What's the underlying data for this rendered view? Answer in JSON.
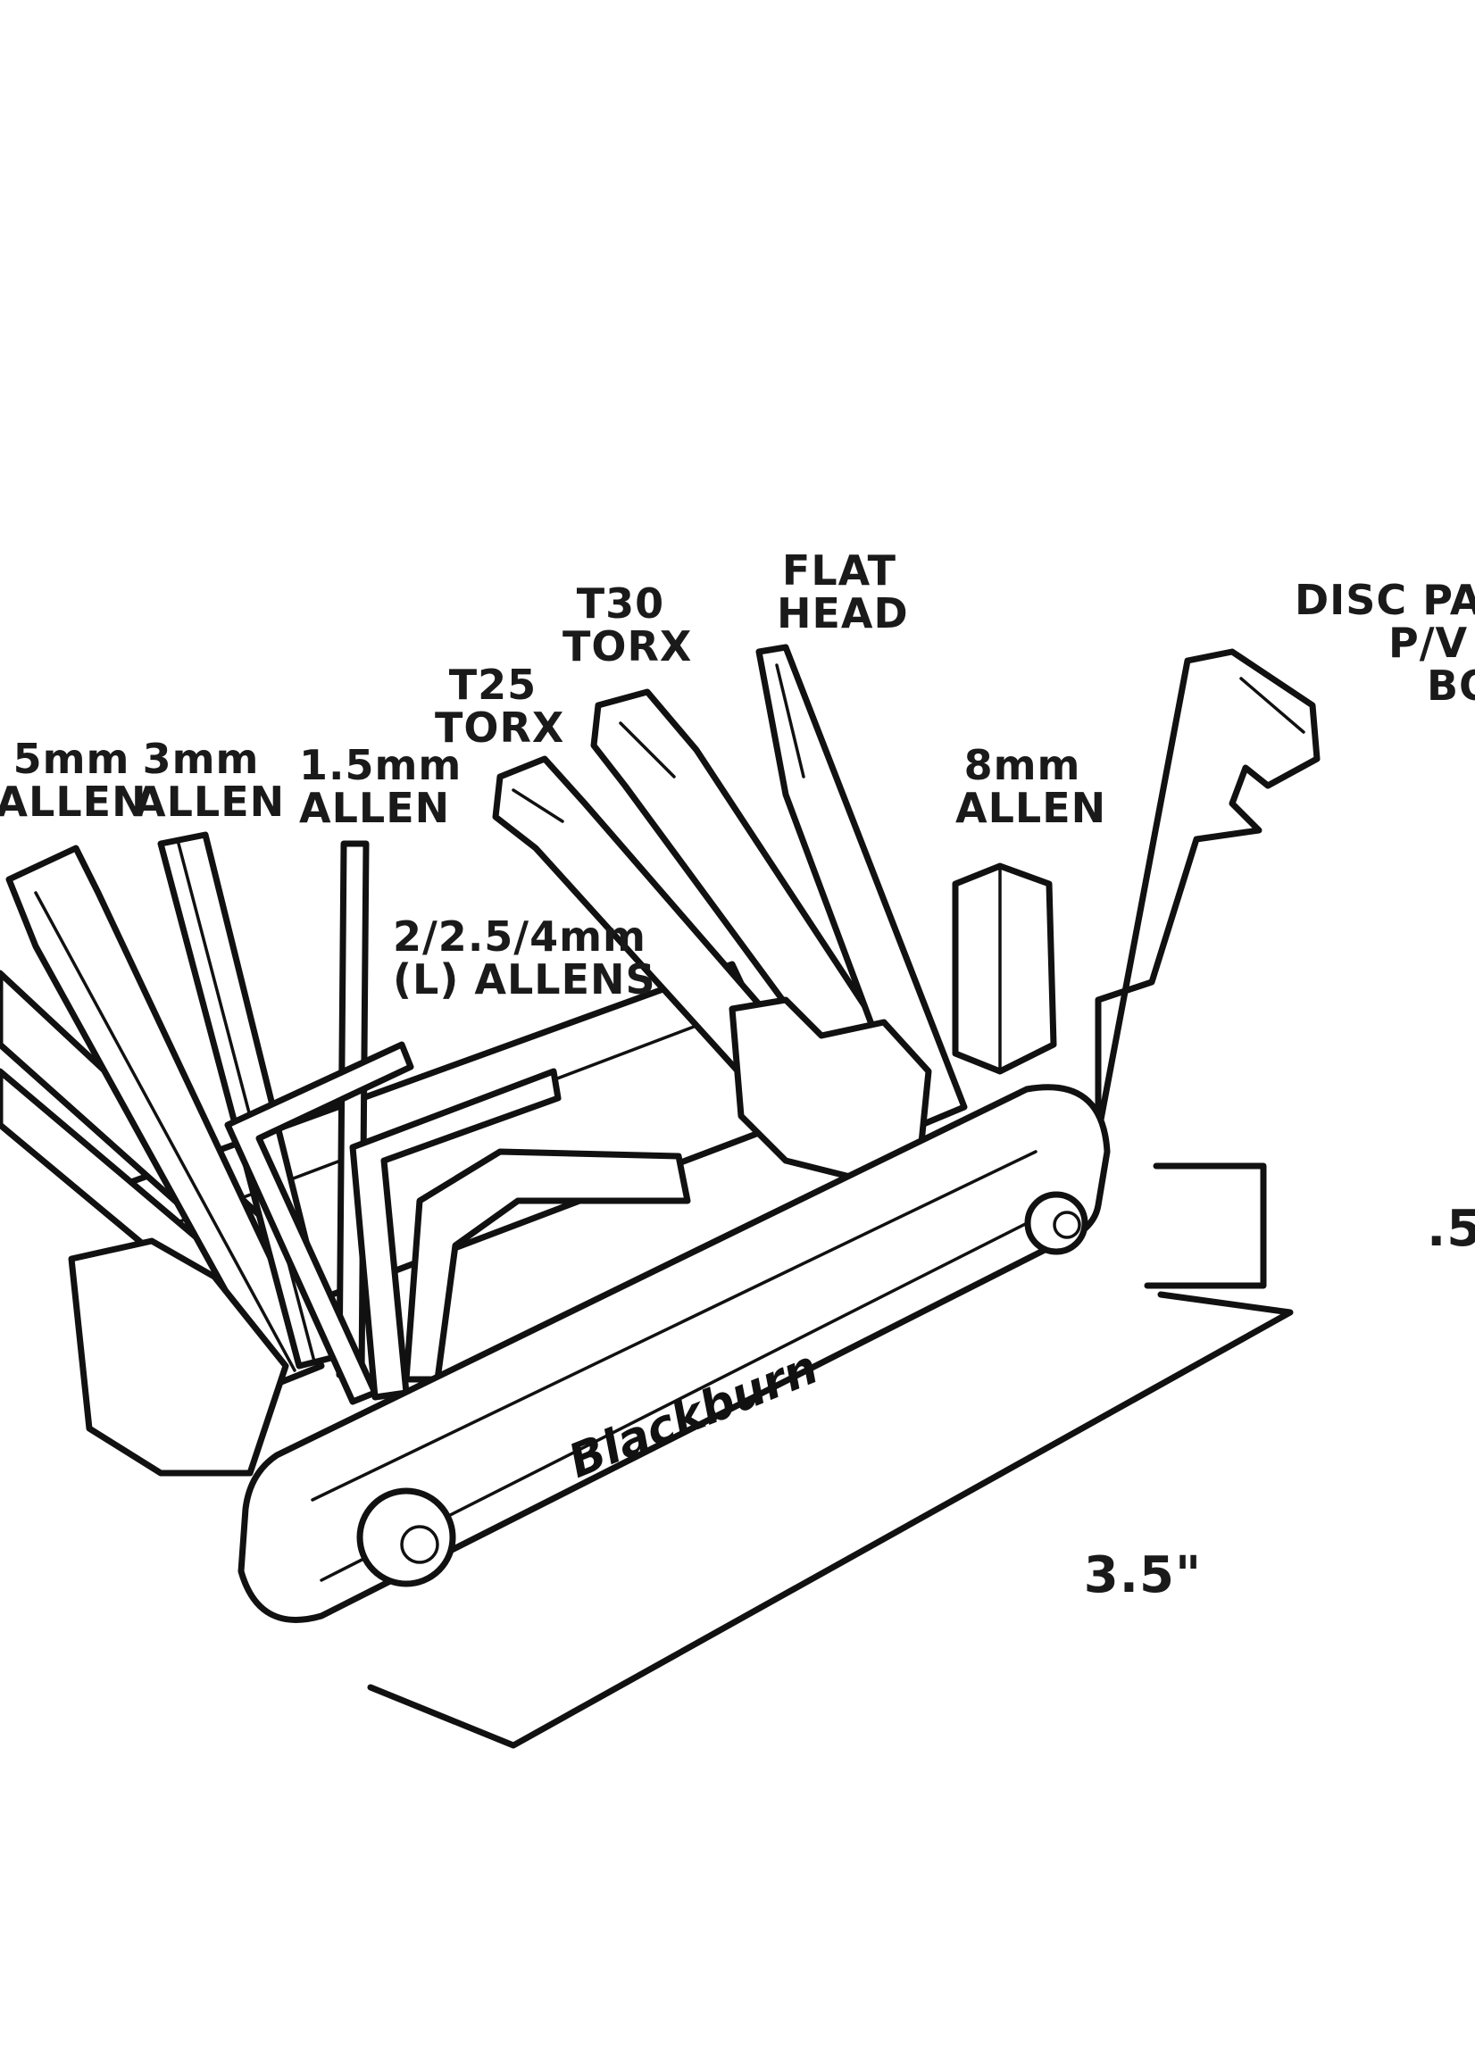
{
  "diagram": {
    "labels": {
      "allen_5mm": [
        "5mm",
        "ALLEN"
      ],
      "allen_3mm": [
        "3mm",
        "ALLEN"
      ],
      "allen_1_5mm": [
        "1.5mm",
        "ALLEN"
      ],
      "torx_t25": [
        "T25",
        "TORX"
      ],
      "torx_t30": [
        "T30",
        "TORX"
      ],
      "flat_head": [
        "FLAT",
        "HEAD"
      ],
      "allen_8mm": [
        "8mm",
        "ALLEN"
      ],
      "l_allens": [
        "2/2.5/4mm",
        "(L) ALLENS"
      ],
      "disc_pad": [
        "DISC PAD",
        "P/V",
        "BO"
      ]
    },
    "dimensions": {
      "length": "3.5\"",
      "height": ".5"
    },
    "brand": "Blackburn"
  }
}
